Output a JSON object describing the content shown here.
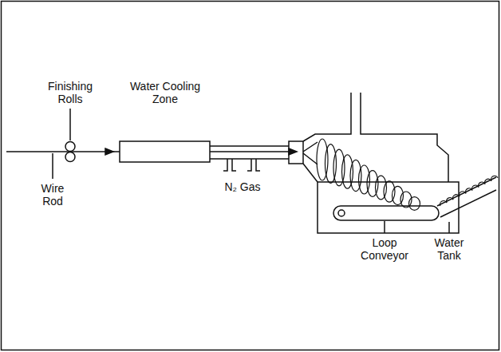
{
  "diagram": {
    "labels": [
      "Finishing Rolls",
      "Water Cooling Zone",
      "Wire Rod",
      "N₂ Gas",
      "Loop Conveyor",
      "Water Tank"
    ]
  }
}
